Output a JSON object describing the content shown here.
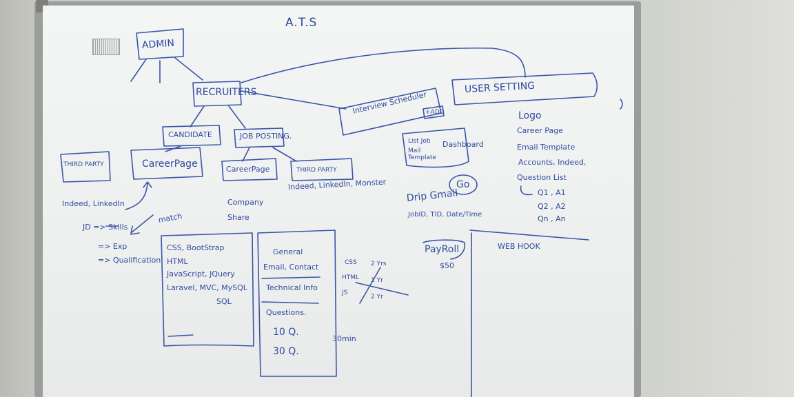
{
  "title": "A.T.S",
  "nodes": {
    "admin": "ADMIN",
    "recruiters": "RECRUITERS",
    "interview_scheduler": "Interview Scheduler",
    "add_tag": "+ADD",
    "user_setting": "USER SETTING",
    "candidate": "CANDIDATE",
    "job_posting": "JOB POSTING.",
    "third_party_left": "THIRD PARTY",
    "career_page_left": "CareerPage",
    "career_page_mid": "CareerPage",
    "third_party_right": "THIRD PARTY",
    "list_job": "List Job",
    "mail_template": "Mail Template",
    "dashboard": "Dashboard"
  },
  "notes": {
    "indeed_linkedin": "Indeed, LinkedIn",
    "indeed_linkedin_monster": "Indeed, LinkedIn, Monster",
    "company": "Company",
    "share": "Share",
    "jd_skills": "JD => Skills",
    "exp": "=> Exp",
    "qualification": "=> Qualification",
    "match": "match",
    "drip_gmail": "Drip Gmail",
    "go": "Go",
    "jobid_line": "JobID, TID, Date/Time",
    "payroll": "PayRoll",
    "payroll_price": "$50",
    "webhook": "WEB HOOK",
    "logo": "Logo",
    "career_page": "Career Page",
    "email_template": "Email Template",
    "accounts": "Accounts, Indeed,",
    "question_list": "Question List",
    "q1": "Q1 , A1",
    "q2": "Q2 , A2",
    "qn": "Qn , An"
  },
  "skills_box": {
    "lines": [
      "CSS, BootStrap",
      "HTML",
      "JavaScript, JQuery",
      "Laravel, MVC, MySQL",
      "SQL"
    ]
  },
  "form_box": {
    "general": "General",
    "email_contact": "Email, Contact",
    "technical_info": "Technical Info",
    "questions": "Questions.",
    "q10": "10 Q.",
    "q30": "30 Q."
  },
  "duration": "30min",
  "experience_table": {
    "rows": [
      {
        "skill": "CSS",
        "years": "2 Yrs"
      },
      {
        "skill": "HTML",
        "years": "1 Yr"
      },
      {
        "skill": "JS",
        "years": "2 Yr"
      }
    ]
  },
  "colors": {
    "ink": "#2f4aa0",
    "board": "#f1f3f2",
    "frame": "#9a9d99",
    "wall": "#cfd1cb"
  }
}
